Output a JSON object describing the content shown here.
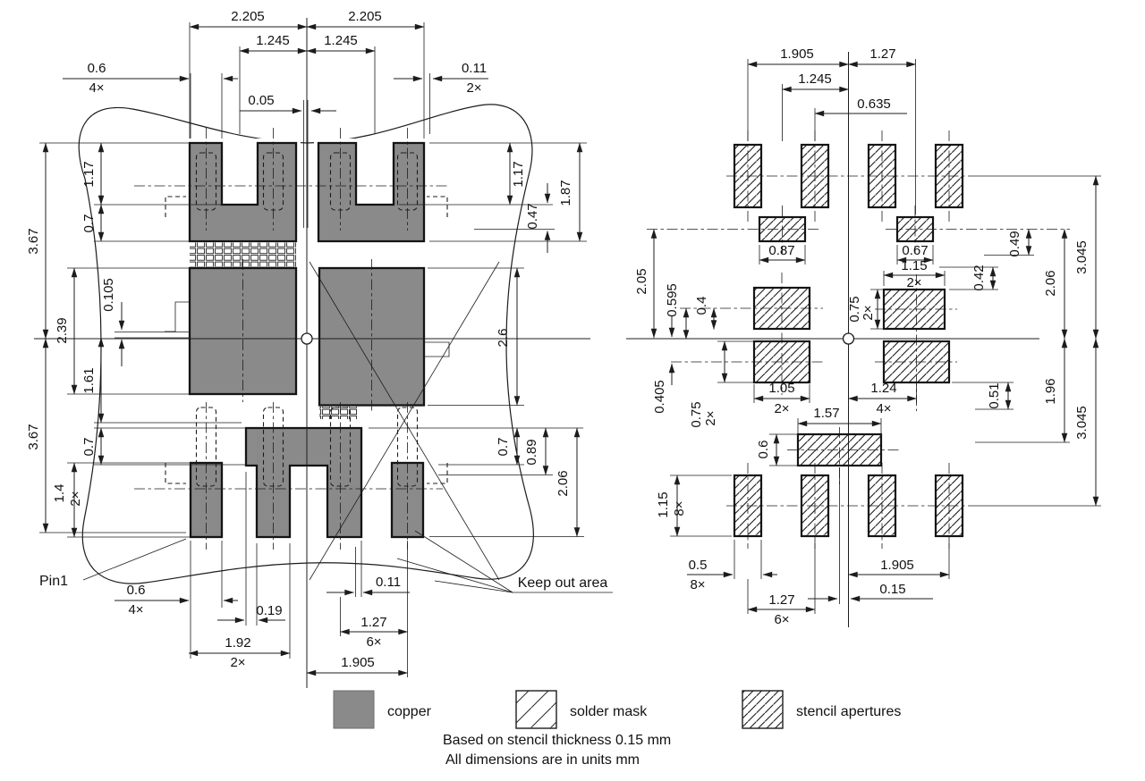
{
  "colors": {
    "copper": "#8a8a8a",
    "line": "#1c1c1c",
    "background": "#ffffff"
  },
  "left_view": {
    "dims": {
      "t_2205_l": "2.205",
      "t_2205_r": "2.205",
      "t_1245_l": "1.245",
      "t_1245_r": "1.245",
      "t_06": "0.6",
      "t_06_q": "4×",
      "t_005": "0.05",
      "t_011": "0.11",
      "t_011_q": "2×",
      "s_367_t": "3.67",
      "s_117": "1.17",
      "s_07_t": "0.7",
      "s_239": "2.39",
      "s_0105": "0.105",
      "s_161": "1.61",
      "s_367_b": "3.67",
      "s_07_b": "0.7",
      "s_14": "1.4",
      "s_14_q": "2×",
      "e_117": "1.17",
      "e_047": "0.47",
      "e_187": "1.87",
      "e_26": "2.6",
      "e_07": "0.7",
      "e_089": "0.89",
      "e_206": "2.06",
      "b_06": "0.6",
      "b_06_q": "4×",
      "b_019": "0.19",
      "b_011": "0.11",
      "b_127": "1.27",
      "b_127_q": "6×",
      "b_192": "1.92",
      "b_192_q": "2×",
      "b_1905": "1.905"
    },
    "pin1": "Pin1",
    "keep_out": "Keep out area"
  },
  "right_view": {
    "dims": {
      "t_1905": "1.905",
      "t_127": "1.27",
      "t_1245": "1.245",
      "t_0635": "0.635",
      "a_087": "0.87",
      "a_067": "0.67",
      "w_205": "2.05",
      "w_0595": "0.595",
      "w_04": "0.4",
      "w_0405": "0.405",
      "w_075": "0.75",
      "w_075_q": "2×",
      "c_115": "1.15",
      "c_115_q": "2×",
      "c_075": "0.75",
      "c_075_q": "2×",
      "c_105": "1.05",
      "c_105_q": "2×",
      "c_124": "1.24",
      "c_124_q": "4×",
      "c_157": "1.57",
      "c_06": "0.6",
      "e_042": "0.42",
      "e_049": "0.49",
      "e_206": "2.06",
      "e_3045_t": "3.045",
      "e_051": "0.51",
      "e_196": "1.96",
      "e_3045_b": "3.045",
      "b_115": "1.15",
      "b_115_q": "8×",
      "b_05": "0.5",
      "b_05_q": "8×",
      "b_127": "1.27",
      "b_127_q": "6×",
      "b_1905": "1.905",
      "b_015": "0.15"
    }
  },
  "legend": {
    "copper": "copper",
    "solder_mask": "solder mask",
    "stencil": "stencil apertures"
  },
  "notes": {
    "line1": "Based on stencil thickness 0.15 mm",
    "line2": "All dimensions are in units mm"
  }
}
